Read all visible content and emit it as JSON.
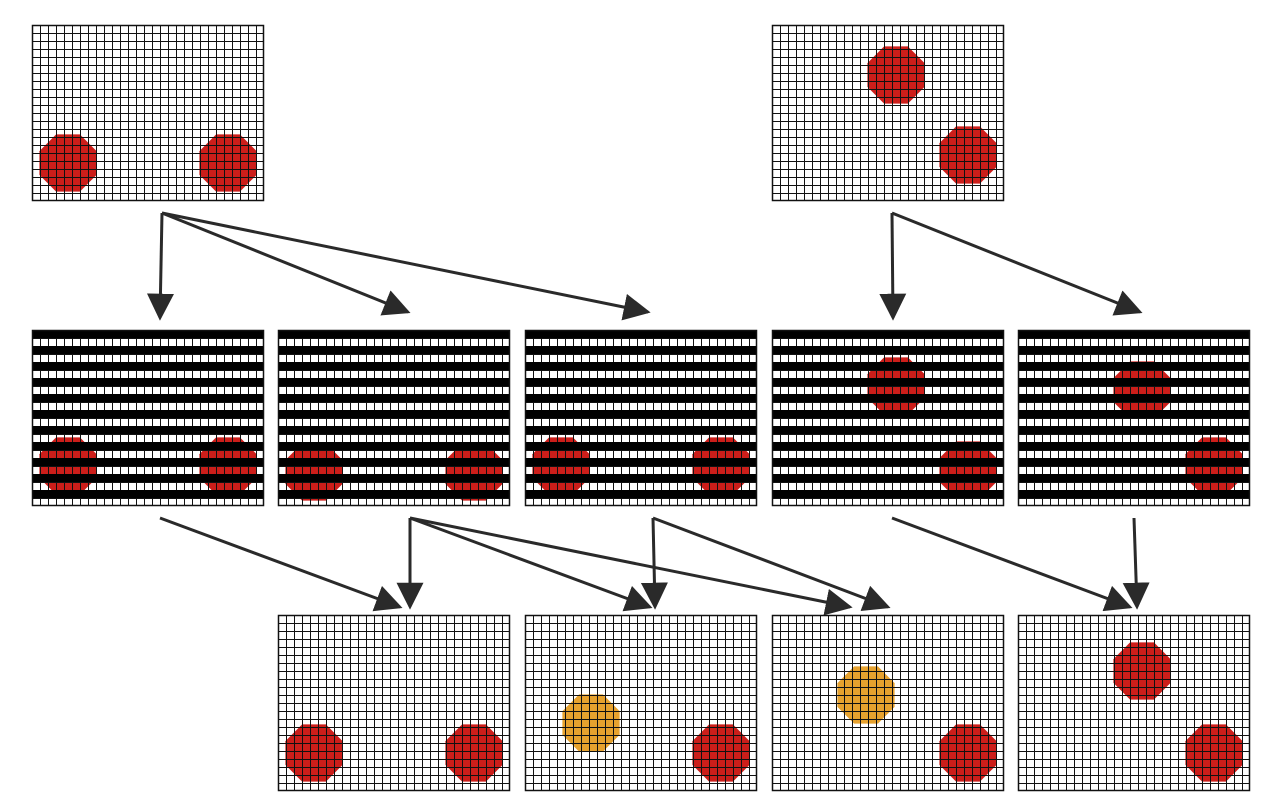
{
  "colors": {
    "background": "#ffffff",
    "grid_line": "#111111",
    "stripe": "#000000",
    "disc_primary": "#cc1e1a",
    "disc_secondary": "#e7a22e",
    "arrow": "#2a2a2a"
  },
  "icons": {
    "disc": "octagon-disc-icon",
    "arrow": "arrowhead-icon"
  },
  "panels": [
    {
      "id": "source-a",
      "row": "top",
      "style": "grid",
      "discs": [
        {
          "color": "disc_primary"
        },
        {
          "color": "disc_primary"
        }
      ]
    },
    {
      "id": "source-b",
      "row": "top",
      "style": "grid",
      "discs": [
        {
          "color": "disc_primary"
        },
        {
          "color": "disc_primary"
        }
      ]
    },
    {
      "id": "mid-1",
      "row": "middle",
      "style": "striped",
      "discs": [
        {
          "color": "disc_primary"
        },
        {
          "color": "disc_primary"
        }
      ]
    },
    {
      "id": "mid-2",
      "row": "middle",
      "style": "striped",
      "discs": [
        {
          "color": "disc_primary"
        },
        {
          "color": "disc_primary"
        }
      ]
    },
    {
      "id": "mid-3",
      "row": "middle",
      "style": "striped",
      "discs": [
        {
          "color": "disc_primary"
        },
        {
          "color": "disc_primary"
        }
      ]
    },
    {
      "id": "mid-4",
      "row": "middle",
      "style": "striped",
      "discs": [
        {
          "color": "disc_primary"
        },
        {
          "color": "disc_primary"
        }
      ]
    },
    {
      "id": "mid-5",
      "row": "middle",
      "style": "striped",
      "discs": [
        {
          "color": "disc_primary"
        },
        {
          "color": "disc_primary"
        }
      ]
    },
    {
      "id": "out-1",
      "row": "bottom",
      "style": "grid",
      "discs": [
        {
          "color": "disc_primary"
        },
        {
          "color": "disc_primary"
        }
      ]
    },
    {
      "id": "out-2",
      "row": "bottom",
      "style": "grid",
      "discs": [
        {
          "color": "disc_secondary"
        },
        {
          "color": "disc_primary"
        }
      ]
    },
    {
      "id": "out-3",
      "row": "bottom",
      "style": "grid",
      "discs": [
        {
          "color": "disc_secondary"
        },
        {
          "color": "disc_primary"
        }
      ]
    },
    {
      "id": "out-4",
      "row": "bottom",
      "style": "grid",
      "discs": [
        {
          "color": "disc_primary"
        },
        {
          "color": "disc_primary"
        }
      ]
    }
  ],
  "connections": [
    {
      "from": "source-a",
      "to": "mid-1"
    },
    {
      "from": "source-a",
      "to": "mid-2"
    },
    {
      "from": "source-a",
      "to": "mid-3"
    },
    {
      "from": "source-b",
      "to": "mid-4"
    },
    {
      "from": "source-b",
      "to": "mid-5"
    },
    {
      "from": "mid-1",
      "to": "out-1"
    },
    {
      "from": "mid-2",
      "to": "out-1"
    },
    {
      "from": "mid-2",
      "to": "out-2"
    },
    {
      "from": "mid-2",
      "to": "out-3"
    },
    {
      "from": "mid-3",
      "to": "out-2"
    },
    {
      "from": "mid-3",
      "to": "out-3"
    },
    {
      "from": "mid-4",
      "to": "out-4"
    },
    {
      "from": "mid-5",
      "to": "out-4"
    }
  ]
}
